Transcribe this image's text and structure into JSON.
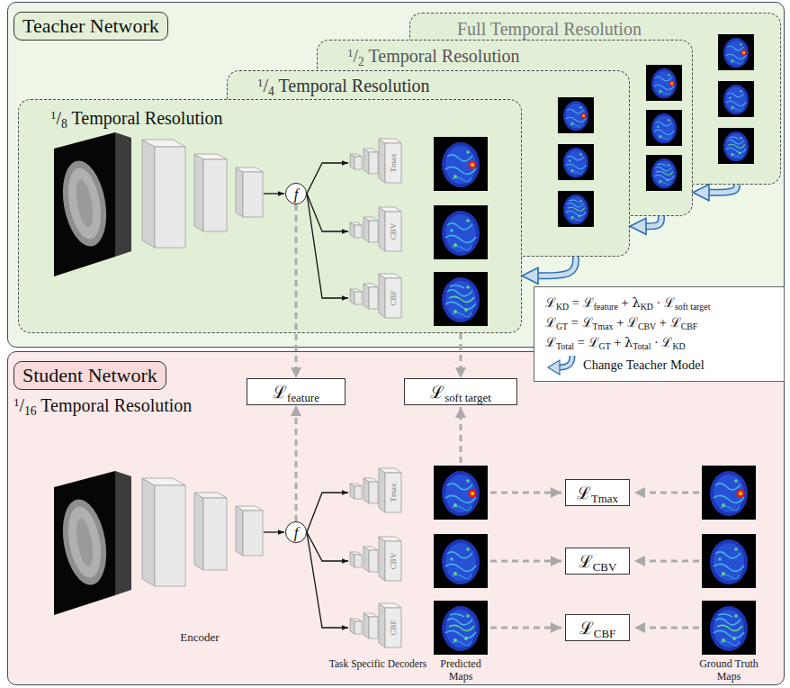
{
  "diagram": {
    "nodes": [
      {
        "text": [
          "Teacher Network"
        ]
      },
      {
        "text": [
          "Full Temporal Resolution"
        ],
        "in": 0
      },
      {
        "text": [
          "1/2 Temporal Resolution"
        ],
        "in": 0
      },
      {
        "text": [
          "1/4 Temporal Resolution"
        ],
        "in": 0
      },
      {
        "text": [
          "1/8 Temporal Resolution"
        ],
        "in": 0
      },
      {
        "text": [
          "f"
        ],
        "in": 4
      },
      {
        "text": [
          "Student Network",
          "1/16 Temporal Resolution"
        ]
      },
      {
        "text": [
          "ℒfeature"
        ],
        "in": 6
      },
      {
        "text": [
          "ℒsoft target"
        ],
        "in": 6
      },
      {
        "text": [
          "f"
        ],
        "in": 6
      },
      {
        "text": [
          "ℒTmax"
        ],
        "in": 6
      },
      {
        "text": [
          "ℒCBV"
        ],
        "in": 6
      },
      {
        "text": [
          "ℒCBF"
        ],
        "in": 6
      },
      {
        "text": [
          "ℒKD = ℒfeature + λKD · ℒsoft target",
          "ℒGT = ℒTmax + ℒCBV + ℒCBF",
          "ℒTotal = ℒGT + λTotal · ℒKD"
        ]
      }
    ],
    "edges": [
      {
        "from": 5,
        "to": 7,
        "arrow": "to"
      },
      {
        "from": 9,
        "to": 7,
        "arrow": "to"
      },
      {
        "from": 4,
        "to": 8,
        "arrow": "to"
      },
      {
        "from": 1,
        "to": 2,
        "arrow": "to"
      },
      {
        "from": 2,
        "to": 3,
        "arrow": "to"
      },
      {
        "from": 3,
        "to": 4,
        "arrow": "to"
      }
    ],
    "labels": [
      "Tmax",
      "CBV",
      "CBF",
      "Tmax",
      "CBV",
      "CBF",
      "Encoder",
      "Task Specific Decoders",
      "Predicted Maps",
      "Ground Truth Maps"
    ],
    "legend": [
      {
        "text": "Change Teacher Model"
      }
    ]
  }
}
